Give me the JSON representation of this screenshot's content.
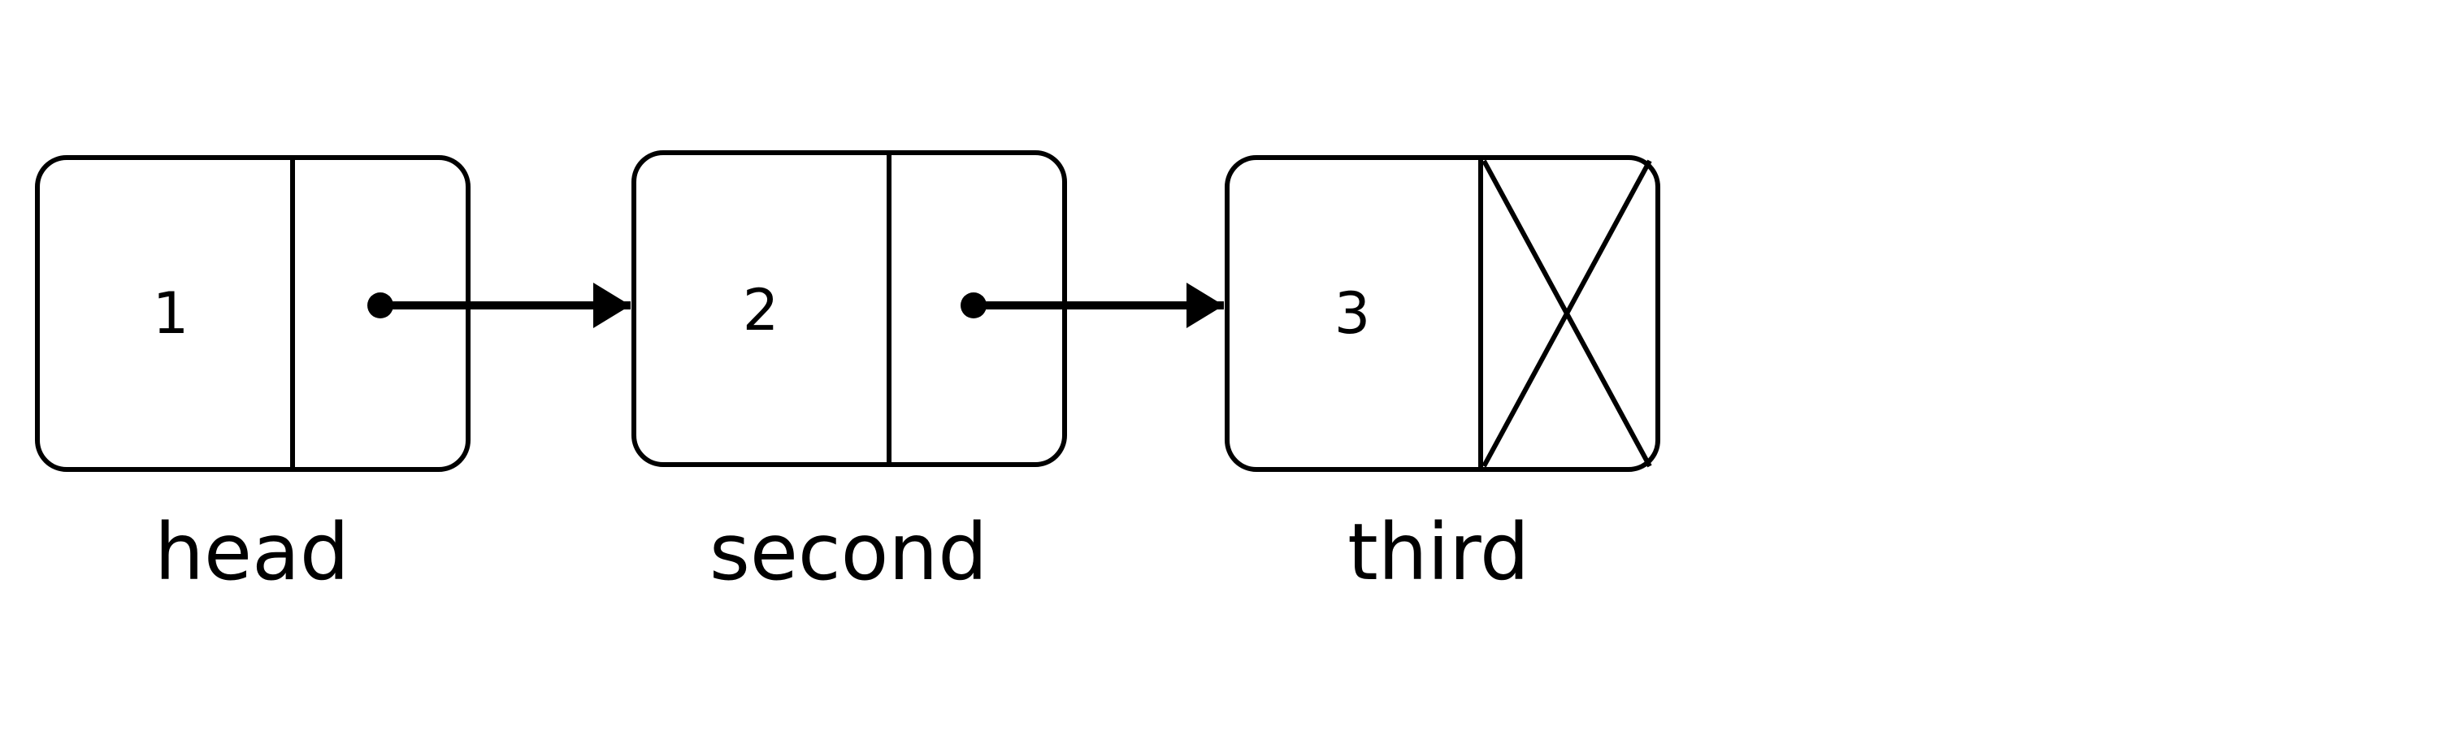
{
  "nodes": [
    {
      "id": "head",
      "value": "1",
      "name": "head",
      "next": "second"
    },
    {
      "id": "second",
      "value": "2",
      "name": "second",
      "next": "third"
    },
    {
      "id": "third",
      "value": "3",
      "name": "third",
      "next": null
    }
  ],
  "colors": {
    "stroke": "#000000",
    "background": "#ffffff"
  }
}
